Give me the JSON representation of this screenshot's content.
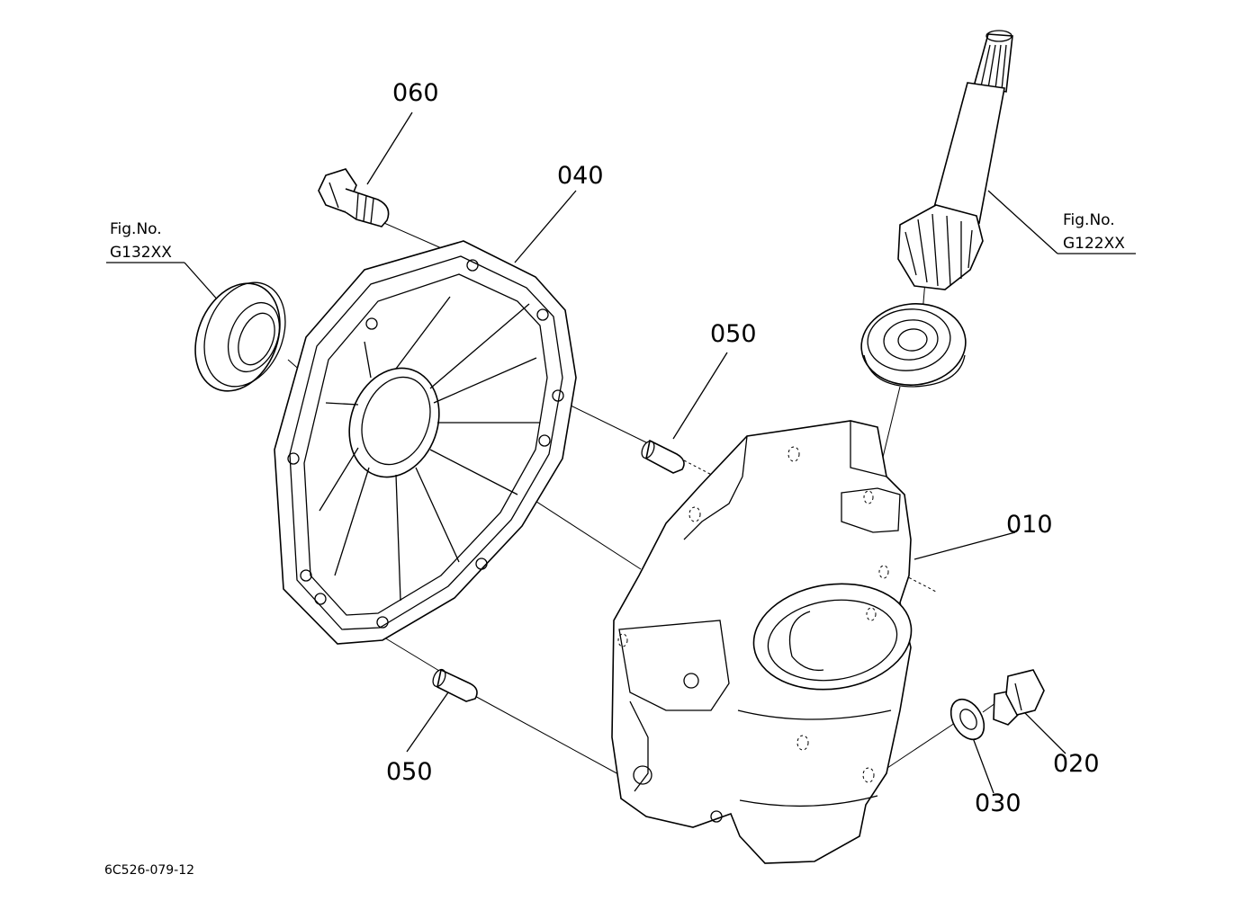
{
  "callouts": {
    "p060": "060",
    "p040": "040",
    "p050_top": "050",
    "p050_bottom": "050",
    "p010": "010",
    "p020": "020",
    "p030": "030"
  },
  "figure_refs": {
    "left": {
      "line1": "Fig.No.",
      "line2": "G132XX"
    },
    "right": {
      "line1": "Fig.No.",
      "line2": "G122XX"
    }
  },
  "drawing_code": "6C526-079-12"
}
